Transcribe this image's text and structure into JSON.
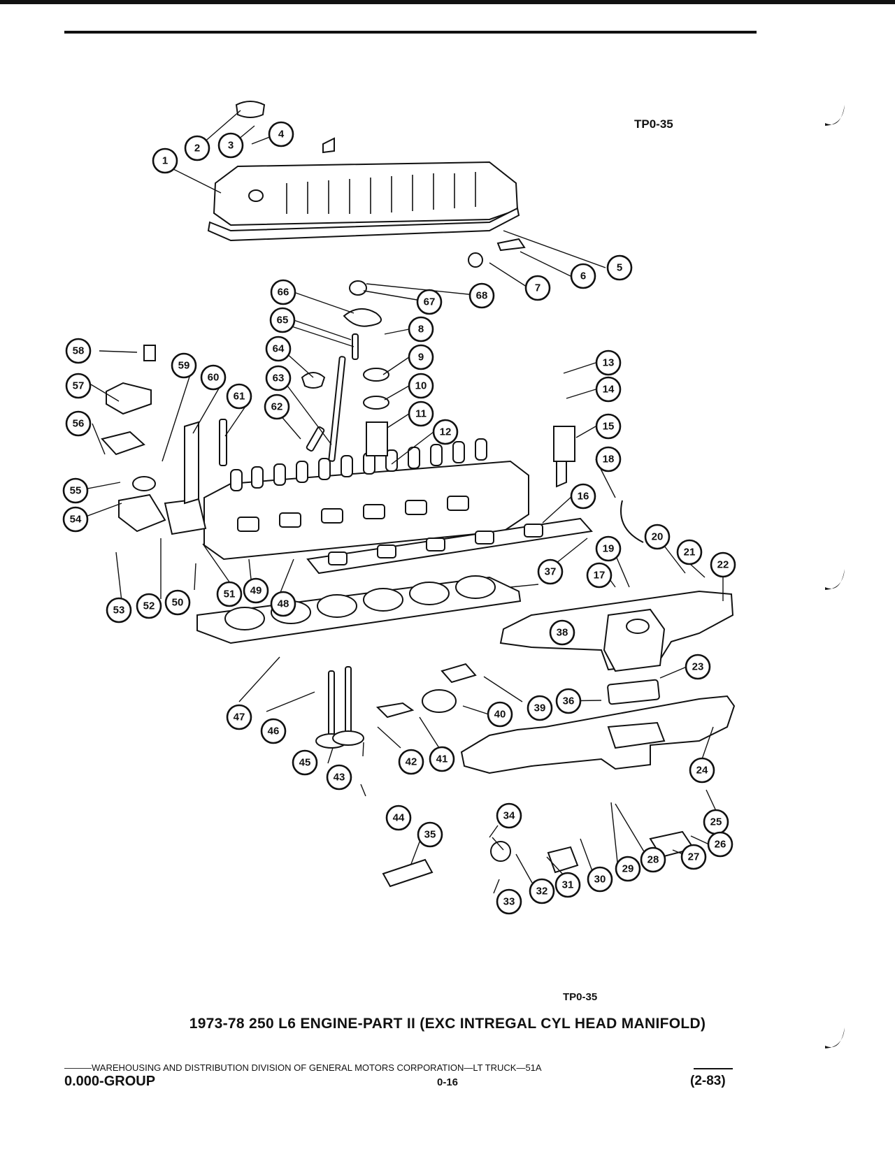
{
  "header": {
    "figure_code_top": "TP0-35",
    "figure_code_bottom": "TP0-35"
  },
  "caption": "1973-78 250 L6 ENGINE-PART II (EXC INTREGAL CYL HEAD MANIFOLD)",
  "footer": {
    "line": "———WAREHOUSING AND DISTRIBUTION  DIVISION OF GENERAL MOTORS CORPORATION—LT TRUCK—51A",
    "group": "0.000-GROUP",
    "page": "0-16",
    "date": "(2-83)"
  },
  "callouts": [
    "1",
    "2",
    "3",
    "4",
    "5",
    "6",
    "7",
    "8",
    "9",
    "10",
    "11",
    "12",
    "13",
    "14",
    "15",
    "16",
    "17",
    "18",
    "19",
    "20",
    "21",
    "22",
    "23",
    "24",
    "25",
    "26",
    "27",
    "28",
    "29",
    "30",
    "31",
    "32",
    "33",
    "34",
    "35",
    "36",
    "37",
    "38",
    "39",
    "40",
    "41",
    "42",
    "43",
    "44",
    "45",
    "46",
    "47",
    "48",
    "49",
    "50",
    "51",
    "52",
    "53",
    "54",
    "55",
    "56",
    "57",
    "58",
    "59",
    "60",
    "61",
    "62",
    "63",
    "64",
    "65",
    "66",
    "67",
    "68"
  ]
}
